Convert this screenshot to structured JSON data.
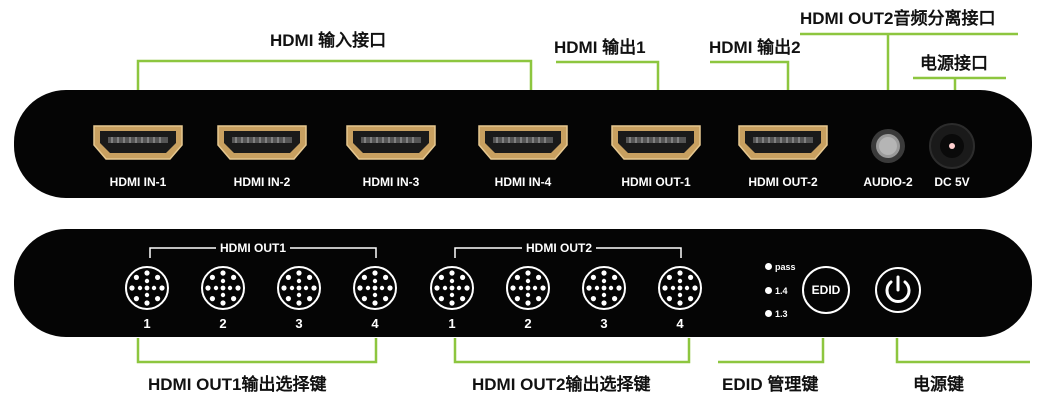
{
  "captions": {
    "hdmi_inputs": "HDMI 输入接口",
    "hdmi_out1": "HDMI 输出1",
    "hdmi_out2": "HDMI 输出2",
    "audio_out2": "HDMI OUT2音频分离接口",
    "power_port": "电源接口",
    "out1_select": "HDMI OUT1输出选择键",
    "out2_select": "HDMI OUT2输出选择键",
    "edid_key": "EDID 管理键",
    "power_key": "电源键"
  },
  "rear_panel": {
    "ports": [
      "HDMI IN-1",
      "HDMI IN-2",
      "HDMI IN-3",
      "HDMI IN-4",
      "HDMI OUT-1",
      "HDMI OUT-2"
    ],
    "audio": "AUDIO-2",
    "dc": "DC 5V"
  },
  "front_panel": {
    "group1_title": "HDMI OUT1",
    "group2_title": "HDMI OUT2",
    "group1_buttons": [
      "1",
      "2",
      "3",
      "4"
    ],
    "group2_buttons": [
      "1",
      "2",
      "3",
      "4"
    ],
    "edid_leds": [
      "pass",
      "1.4",
      "1.3"
    ],
    "edid_button": "EDID"
  },
  "colors": {
    "leader_green": "#8dc63f",
    "panel": "#050505",
    "connector_gold": "#c8a060"
  }
}
